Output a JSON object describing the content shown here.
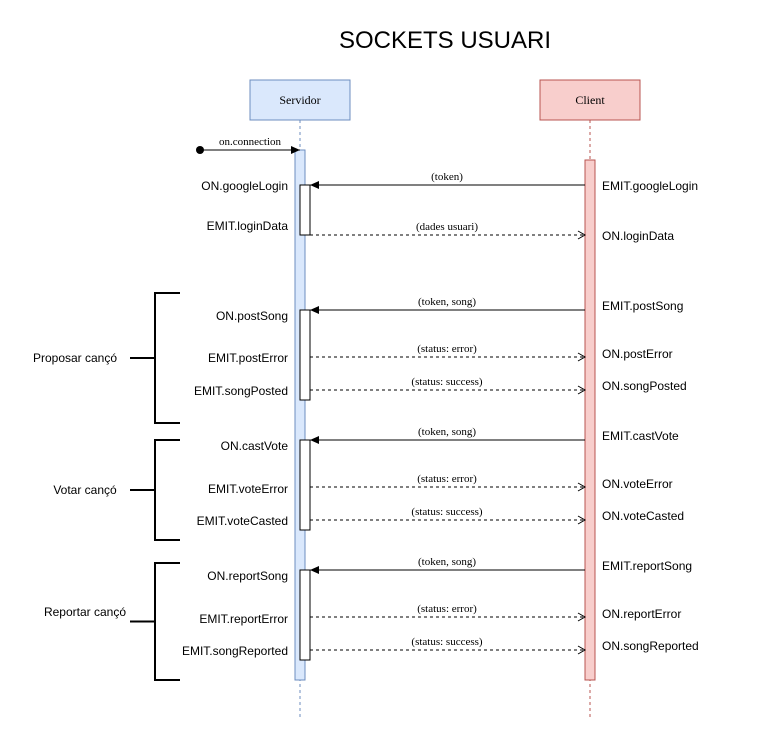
{
  "title": "SOCKETS USUARI",
  "colors": {
    "server_fill": "#dae8fc",
    "server_stroke": "#6c8ebf",
    "client_fill": "#f8cecc",
    "client_stroke": "#b85450"
  },
  "participants": {
    "server": "Servidor",
    "client": "Client"
  },
  "connection_label": "on.connection",
  "messages": [
    {
      "dir": "to-server",
      "style": "solid",
      "label": "(token)",
      "server_event": "ON.googleLogin",
      "client_event": "EMIT.googleLogin"
    },
    {
      "dir": "to-client",
      "style": "dashed",
      "label": "(dades usuari)",
      "server_event": "EMIT.loginData",
      "client_event": "ON.loginData"
    },
    {
      "dir": "to-server",
      "style": "solid",
      "label": "(token, song)",
      "server_event": "ON.postSong",
      "client_event": "EMIT.postSong"
    },
    {
      "dir": "to-client",
      "style": "dashed",
      "label": "(status: error)",
      "server_event": "EMIT.postError",
      "client_event": "ON.postError"
    },
    {
      "dir": "to-client",
      "style": "dashed",
      "label": "(status: success)",
      "server_event": "EMIT.songPosted",
      "client_event": "ON.songPosted"
    },
    {
      "dir": "to-server",
      "style": "solid",
      "label": "(token, song)",
      "server_event": "ON.castVote",
      "client_event": "EMIT.castVote"
    },
    {
      "dir": "to-client",
      "style": "dashed",
      "label": "(status: error)",
      "server_event": "EMIT.voteError",
      "client_event": "ON.voteError"
    },
    {
      "dir": "to-client",
      "style": "dashed",
      "label": "(status: success)",
      "server_event": "EMIT.voteCasted",
      "client_event": "ON.voteCasted"
    },
    {
      "dir": "to-server",
      "style": "solid",
      "label": "(token, song)",
      "server_event": "ON.reportSong",
      "client_event": "EMIT.reportSong"
    },
    {
      "dir": "to-client",
      "style": "dashed",
      "label": "(status: error)",
      "server_event": "EMIT.reportError",
      "client_event": "ON.reportError"
    },
    {
      "dir": "to-client",
      "style": "dashed",
      "label": "(status: success)",
      "server_event": "EMIT.songReported",
      "client_event": "ON.songReported"
    }
  ],
  "groups": [
    {
      "label": "Proposar cançó"
    },
    {
      "label": "Votar cançó"
    },
    {
      "label": "Reportar cançó"
    }
  ]
}
